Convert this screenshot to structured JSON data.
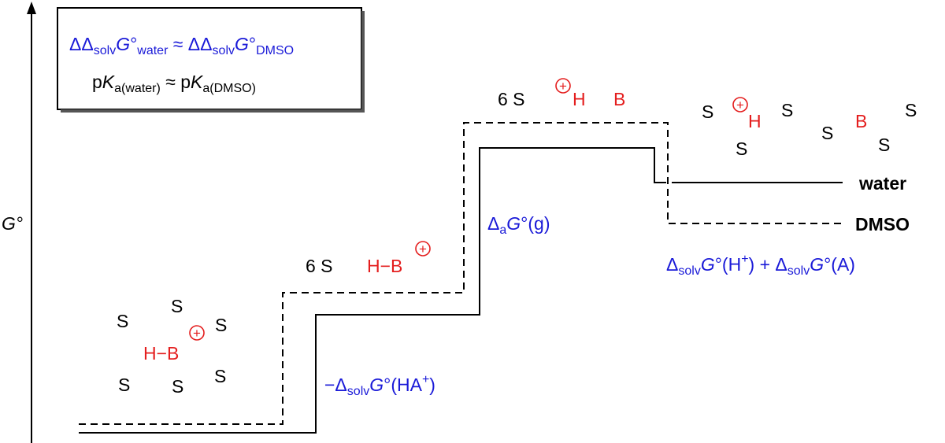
{
  "axis": {
    "label": "G°"
  },
  "legend_box": {
    "line1": {
      "a": "ΔΔ",
      "b": "solv",
      "c": "G",
      "d": "°",
      "e": "water",
      "f": " ≈ ΔΔ",
      "g": "solv",
      "h": "G",
      "i": "°",
      "j": "DMSO"
    },
    "line2": {
      "a": "p",
      "b": "K",
      "c": "a(water)",
      "d": " ≈ p",
      "e": "K",
      "f": "a(DMSO)"
    }
  },
  "level_labels": {
    "water": "water",
    "dmso": "DMSO"
  },
  "step_labels": {
    "solv_ha": {
      "a": "−Δ",
      "b": "solv",
      "c": "G",
      "d": "°(HA",
      "e": "+",
      "f": ")"
    },
    "gas": {
      "a": "Δ",
      "b": "a",
      "c": "G",
      "d": "°(g)"
    },
    "solv_ions": {
      "a": "Δ",
      "b": "solv",
      "c": "G",
      "d": "°(H",
      "e": "+",
      "f": ") + Δ",
      "g": "solv",
      "h": "G",
      "i": "°(A)"
    }
  },
  "species": {
    "solvent": "S",
    "six_s": "6 S",
    "h": "H",
    "b": "B",
    "hb": "H−B",
    "plus": "+"
  },
  "colors": {
    "solvent_text": "#000000",
    "acid_text": "#e41e1e",
    "annotation_text": "#1a1ad8",
    "lines": "#000000"
  }
}
